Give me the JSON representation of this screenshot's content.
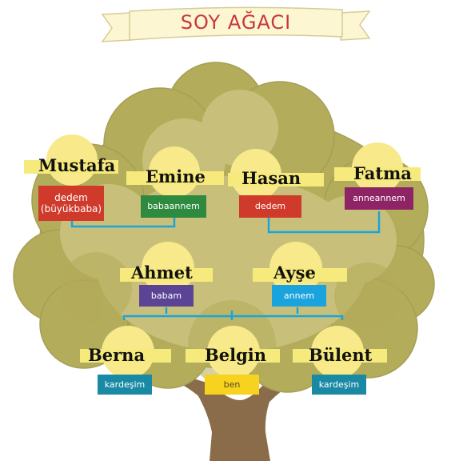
{
  "title": "SOY AĞACI",
  "people": [
    {
      "name": "Mustafa",
      "role_lines": [
        "dedem",
        "(büyükbaba)"
      ],
      "color": "#cf3a2b"
    },
    {
      "name": "Emine",
      "role_lines": [
        "babaannem"
      ],
      "color": "#2d8a3e"
    },
    {
      "name": "Hasan",
      "role_lines": [
        "dedem"
      ],
      "color": "#cf3a2b"
    },
    {
      "name": "Fatma",
      "role_lines": [
        "anneannem"
      ],
      "color": "#8e2466"
    },
    {
      "name": "Ahmet",
      "role_lines": [
        "babam"
      ],
      "color": "#5b4496"
    },
    {
      "name": "Ayşe",
      "role_lines": [
        "annem"
      ],
      "color": "#1aa3dd"
    },
    {
      "name": "Berna",
      "role_lines": [
        "kardeşim"
      ],
      "color": "#1a8aa4"
    },
    {
      "name": "Belgin",
      "role_lines": [
        "ben"
      ],
      "color": "#f7d21e"
    },
    {
      "name": "Bülent",
      "role_lines": [
        "kardeşim"
      ],
      "color": "#1a8aa4"
    }
  ],
  "colors": {
    "canopy_dark": "#b3ac5a",
    "canopy_light": "#c8c07a",
    "canopy_outline": "#a59f56",
    "trunk": "#8a6c4a",
    "portrait": "#f8e98a",
    "name_highlight": "#f7ea7d",
    "connector": "#1ca4d9",
    "banner": "#fcf6d2",
    "banner_edge": "#d6cc96"
  }
}
